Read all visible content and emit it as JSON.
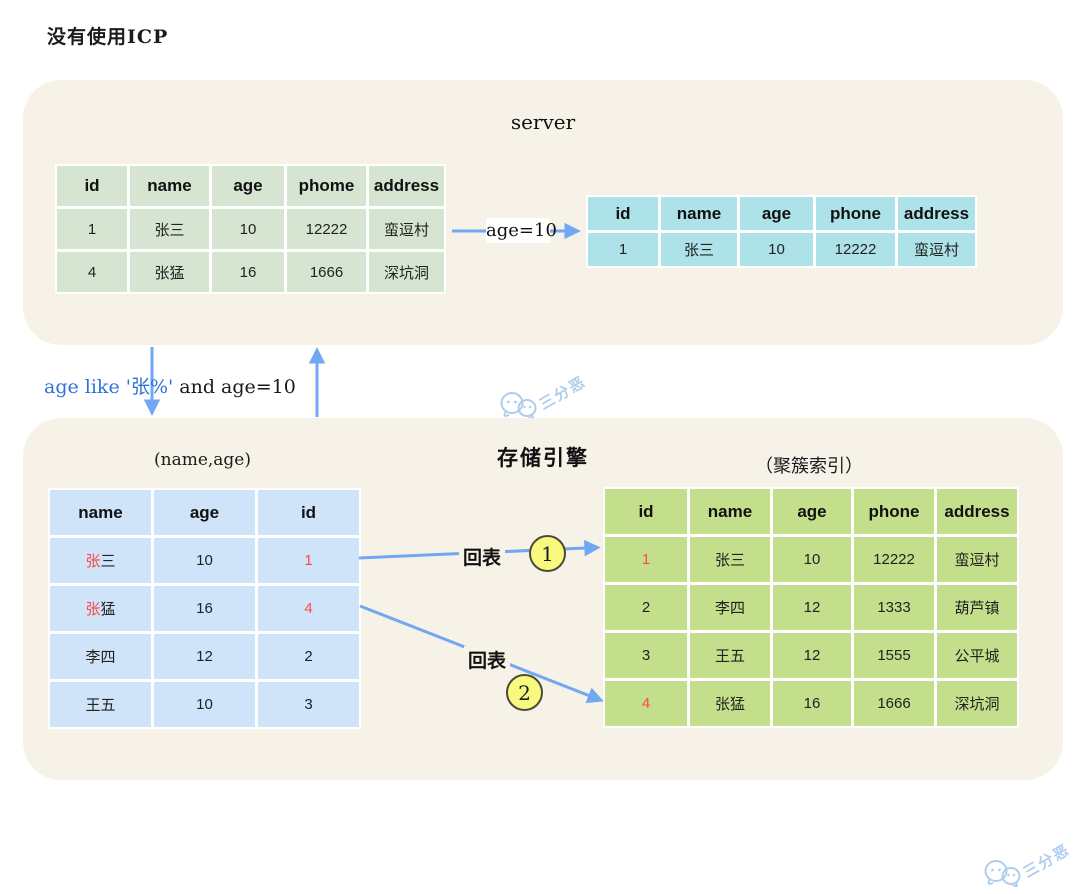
{
  "page": {
    "title": "没有使用ICP",
    "watermark_text": "三分恶"
  },
  "colors": {
    "panel_bg": "#f7f2e8",
    "sage_green": "#d5e5d2",
    "cyan": "#aee2e9",
    "periwinkle": "#cfe3f9",
    "lime_green": "#c4df8c",
    "arrow_blue": "#72a7f3",
    "highlight_red": "#fb4a42",
    "query_blue": "#2e72d9",
    "badge_yellow": "#f8f97d",
    "watermark_blue": "#aecdef"
  },
  "server_section": {
    "label": "server",
    "filter_arrow_label": "age=10",
    "full_table": {
      "headers": [
        "id",
        "name",
        "age",
        "phome",
        "address"
      ],
      "rows": [
        [
          "1",
          "张三",
          "10",
          "12222",
          "蛮逗村"
        ],
        [
          "4",
          "张猛",
          "16",
          "1666",
          "深坑洞"
        ]
      ]
    },
    "result_table": {
      "headers": [
        "id",
        "name",
        "age",
        "phone",
        "address"
      ],
      "rows": [
        [
          "1",
          "张三",
          "10",
          "12222",
          "蛮逗村"
        ]
      ]
    }
  },
  "between_sections": {
    "query_blue_part": "age like '张%' ",
    "query_black_part": "and age=10"
  },
  "engine_section": {
    "label": "存储引擎",
    "back_to_table_label_1": "回表",
    "back_to_table_label_2": "回表",
    "step_badge_1": "1",
    "step_badge_2": "2",
    "index_table": {
      "caption": "(name,age)",
      "headers": [
        "name",
        "age",
        "id"
      ],
      "rows": [
        [
          {
            "spans": [
              [
                "张",
                "red"
              ],
              [
                "三",
                ""
              ]
            ]
          },
          "10",
          {
            "spans": [
              [
                "1",
                "red"
              ]
            ]
          }
        ],
        [
          {
            "spans": [
              [
                "张",
                "red"
              ],
              [
                "猛",
                ""
              ]
            ]
          },
          "16",
          {
            "spans": [
              [
                "4",
                "red"
              ]
            ]
          }
        ],
        [
          "李四",
          "12",
          "2"
        ],
        [
          "王五",
          "10",
          "3"
        ]
      ]
    },
    "clustered_table": {
      "caption": "（聚簇索引）",
      "headers": [
        "id",
        "name",
        "age",
        "phone",
        "address"
      ],
      "rows": [
        [
          {
            "spans": [
              [
                "1",
                "red"
              ]
            ]
          },
          "张三",
          "10",
          "12222",
          "蛮逗村"
        ],
        [
          "2",
          "李四",
          "12",
          "1333",
          "葫芦镇"
        ],
        [
          "3",
          "王五",
          "12",
          "1555",
          "公平城"
        ],
        [
          {
            "spans": [
              [
                "4",
                "red"
              ]
            ]
          },
          "张猛",
          "16",
          "1666",
          "深坑洞"
        ]
      ]
    }
  }
}
